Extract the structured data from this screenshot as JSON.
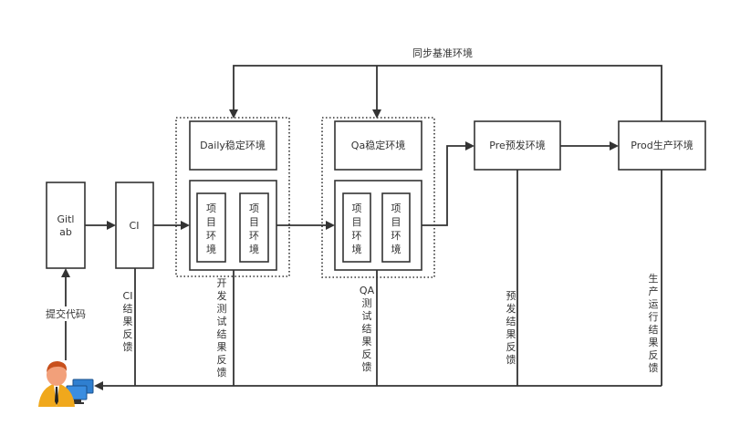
{
  "diagram": {
    "sync_label": "同步基准环境",
    "nodes": {
      "gitlab": [
        "Gitl",
        "ab"
      ],
      "ci": "CI",
      "daily": "Daily稳定环境",
      "qa": "Qa稳定环境",
      "pre": "Pre预发环境",
      "prod": "Prod生产环境",
      "project_env": [
        "项",
        "目",
        "环",
        "境"
      ]
    },
    "edges": {
      "commit": "提交代码",
      "ci_feedback": [
        "CI",
        "结",
        "果",
        "反",
        "馈"
      ],
      "dev_feedback": [
        "开",
        "发",
        "测",
        "试",
        "结",
        "果",
        "反",
        "馈"
      ],
      "qa_feedback": [
        "QA",
        "测",
        "试",
        "结",
        "果",
        "反",
        "馈"
      ],
      "pre_feedback": [
        "预",
        "发",
        "结",
        "果",
        "反",
        "馈"
      ],
      "prod_feedback": [
        "生",
        "产",
        "运",
        "行",
        "结",
        "果",
        "反",
        "馈"
      ]
    },
    "actor": "developer-icon"
  }
}
